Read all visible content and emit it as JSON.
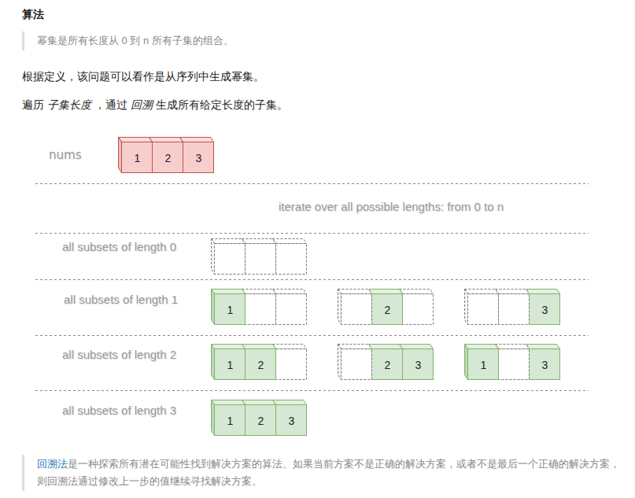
{
  "diagram": {
    "title": "算法",
    "nodes": [
      {
        "text": [
          "1"
        ]
      },
      {
        "text": [
          "2"
        ]
      },
      {
        "text": [
          "3"
        ]
      },
      {
        "text": [
          "1"
        ]
      },
      {
        "text": [
          "2"
        ]
      },
      {
        "text": [
          "3"
        ]
      },
      {
        "text": [
          "1"
        ]
      },
      {
        "text": [
          "2"
        ]
      },
      {
        "text": [
          "2"
        ]
      },
      {
        "text": [
          "3"
        ]
      },
      {
        "text": [
          "1"
        ]
      },
      {
        "text": [
          "3"
        ]
      },
      {
        "text": [
          "1"
        ]
      },
      {
        "text": [
          "2"
        ]
      },
      {
        "text": [
          "3"
        ]
      }
    ],
    "labels": [
      "幂集是所有长度从 0 到 n 所有子集的组合。",
      "根据定义，该问题可以看作是从序列中生成幂集。",
      "遍历",
      "子集长度",
      "，通过",
      "回溯",
      "生成所有给定长度的子集。",
      "nums",
      "iterate over all possible lengths: from 0 to n",
      "all subsets of length 0",
      "all subsets of length 1",
      "all subsets of length 2",
      "all subsets of length 3",
      "回溯法",
      "是一种探索所有潜在可能性找到解决方案的算法。如果当前方案不是正确的解决方案，或者不是最后一个正确的解决方案，则回溯法通过修改上一步的值继续寻找解决方案。"
    ]
  }
}
